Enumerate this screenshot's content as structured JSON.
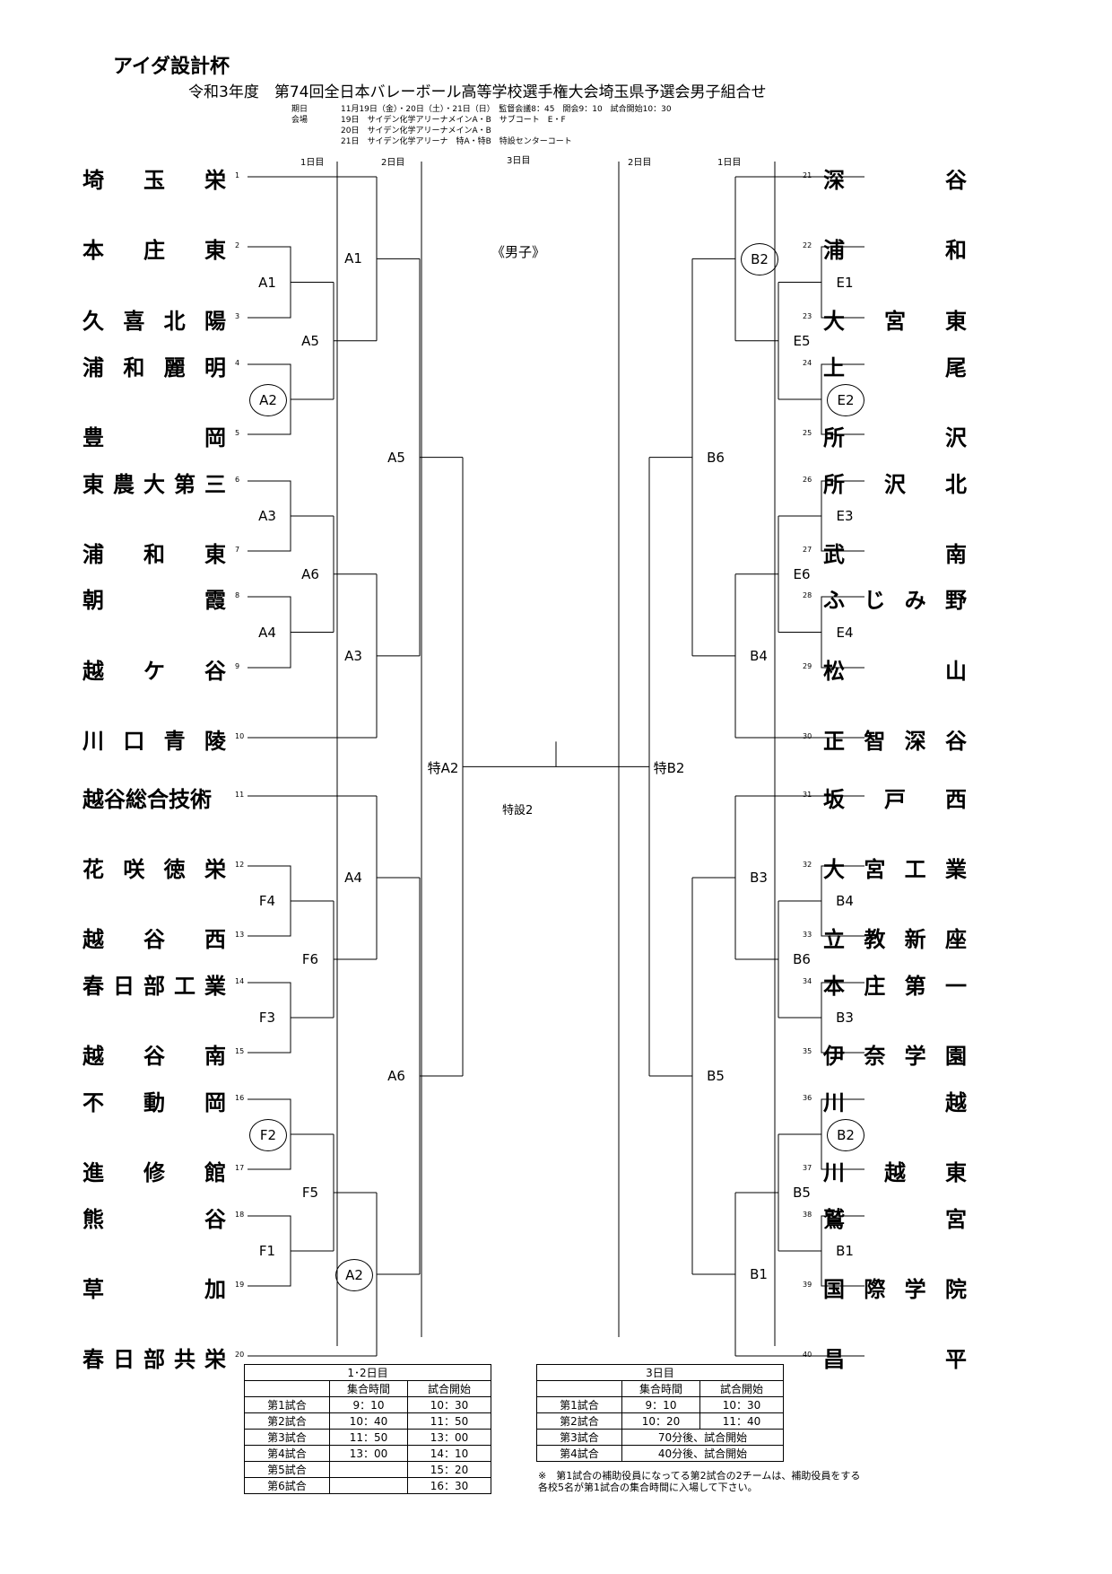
{
  "header": {
    "title": "アイダ設計杯",
    "subtitle": "令和3年度　第74回全日本バレーボール高等学校選手権大会埼玉県予選会男子組合せ",
    "info_dates_label": "期日",
    "info_dates": "11月19日（金）・20日（土）・21日（日）　監督会議8：45　開会9：10　試合開始10：30",
    "info_venue_label": "会場",
    "info_venue_1": "19日　サイデン化学アリーナメインA・B　サブコート　E・F",
    "info_venue_2": "20日　サイデン化学アリーナメインA・B",
    "info_venue_3": "21日　サイデン化学アリーナ　特A・特B　特設センターコート"
  },
  "day_labels": {
    "day1": "1日目",
    "day2": "2日目",
    "day3": "3日目"
  },
  "center_note": "《男子》",
  "court_note": "特設2",
  "left_teams": [
    {
      "seed": "1",
      "chars": [
        "埼",
        "玉",
        "栄"
      ]
    },
    {
      "seed": "2",
      "chars": [
        "本",
        "庄",
        "東"
      ]
    },
    {
      "seed": "3",
      "chars": [
        "久",
        "喜",
        "北",
        "陽"
      ]
    },
    {
      "seed": "4",
      "chars": [
        "浦",
        "和",
        "麗",
        "明"
      ]
    },
    {
      "seed": "5",
      "chars": [
        "豊",
        "岡"
      ]
    },
    {
      "seed": "6",
      "chars": [
        "東",
        "農",
        "大",
        "第",
        "三"
      ]
    },
    {
      "seed": "7",
      "chars": [
        "浦",
        "和",
        "東"
      ]
    },
    {
      "seed": "8",
      "chars": [
        "朝",
        "霞"
      ]
    },
    {
      "seed": "9",
      "chars": [
        "越",
        "ケ",
        "谷"
      ]
    },
    {
      "seed": "10",
      "chars": [
        "川",
        "口",
        "青",
        "陵"
      ]
    },
    {
      "seed": "11",
      "chars": [
        "越谷総合技術"
      ]
    },
    {
      "seed": "12",
      "chars": [
        "花",
        "咲",
        "徳",
        "栄"
      ]
    },
    {
      "seed": "13",
      "chars": [
        "越",
        "谷",
        "西"
      ]
    },
    {
      "seed": "14",
      "chars": [
        "春",
        "日",
        "部",
        "工",
        "業"
      ]
    },
    {
      "seed": "15",
      "chars": [
        "越",
        "谷",
        "南"
      ]
    },
    {
      "seed": "16",
      "chars": [
        "不",
        "動",
        "岡"
      ]
    },
    {
      "seed": "17",
      "chars": [
        "進",
        "修",
        "館"
      ]
    },
    {
      "seed": "18",
      "chars": [
        "熊",
        "谷"
      ]
    },
    {
      "seed": "19",
      "chars": [
        "草",
        "加"
      ]
    },
    {
      "seed": "20",
      "chars": [
        "春",
        "日",
        "部",
        "共",
        "栄"
      ]
    }
  ],
  "right_teams": [
    {
      "seed": "21",
      "chars": [
        "深",
        "谷"
      ]
    },
    {
      "seed": "22",
      "chars": [
        "浦",
        "和"
      ]
    },
    {
      "seed": "23",
      "chars": [
        "大",
        "宮",
        "東"
      ]
    },
    {
      "seed": "24",
      "chars": [
        "上",
        "尾"
      ]
    },
    {
      "seed": "25",
      "chars": [
        "所",
        "沢"
      ]
    },
    {
      "seed": "26",
      "chars": [
        "所",
        "沢",
        "北"
      ]
    },
    {
      "seed": "27",
      "chars": [
        "武",
        "南"
      ]
    },
    {
      "seed": "28",
      "chars": [
        "ふ",
        "じ",
        "み",
        "野"
      ]
    },
    {
      "seed": "29",
      "chars": [
        "松",
        "山"
      ]
    },
    {
      "seed": "30",
      "chars": [
        "正",
        "智",
        "深",
        "谷"
      ]
    },
    {
      "seed": "31",
      "chars": [
        "坂",
        "戸",
        "西"
      ]
    },
    {
      "seed": "32",
      "chars": [
        "大",
        "宮",
        "工",
        "業"
      ]
    },
    {
      "seed": "33",
      "chars": [
        "立",
        "教",
        "新",
        "座"
      ]
    },
    {
      "seed": "34",
      "chars": [
        "本",
        "庄",
        "第",
        "一"
      ]
    },
    {
      "seed": "35",
      "chars": [
        "伊",
        "奈",
        "学",
        "園"
      ]
    },
    {
      "seed": "36",
      "chars": [
        "川",
        "越"
      ]
    },
    {
      "seed": "37",
      "chars": [
        "川",
        "越",
        "東"
      ]
    },
    {
      "seed": "38",
      "chars": [
        "鷲",
        "宮"
      ]
    },
    {
      "seed": "39",
      "chars": [
        "国",
        "際",
        "学",
        "院"
      ]
    },
    {
      "seed": "40",
      "chars": [
        "昌",
        "平"
      ]
    }
  ],
  "match_labels": {
    "l_a1_r1": "A1",
    "l_a2_r1": "A2",
    "l_a3_r1": "A3",
    "l_a4_r1": "A4",
    "l_a5_r2": "A5",
    "l_a6_r2": "A6",
    "l_f4_r1": "F4",
    "l_f3_r1": "F3",
    "l_f2_r1": "F2",
    "l_f1_r1": "F1",
    "l_f6_r2": "F6",
    "l_f5_r2": "F5",
    "l_a1_r3": "A1",
    "l_a3_r3": "A3",
    "l_a4_r3": "A4",
    "l_a2_r3": "A2",
    "l_a5_r4": "A5",
    "l_a6_r4": "A6",
    "l_semi": "特A2",
    "r_e1_r1": "E1",
    "r_e2_r1": "E2",
    "r_e3_r1": "E3",
    "r_e4_r1": "E4",
    "r_e5_r2": "E5",
    "r_e6_r2": "E6",
    "r_b4_r1": "B4",
    "r_b3_r1": "B3",
    "r_b2_r1": "B2",
    "r_b1_r1": "B1",
    "r_b6_r2": "B6",
    "r_b5_r2": "B5",
    "r_b2_r3": "B2",
    "r_b4_r3": "B4",
    "r_b3_r3": "B3",
    "r_b1_r3": "B1",
    "r_b6_r4": "B6",
    "r_b5_r4": "B5",
    "r_semi": "特B2"
  },
  "schedule_days12": {
    "caption": "1･2日目",
    "col1": "集合時間",
    "col2": "試合開始",
    "rows": [
      [
        "第1試合",
        "9：10",
        "10：30"
      ],
      [
        "第2試合",
        "10：40",
        "11：50"
      ],
      [
        "第3試合",
        "11：50",
        "13：00"
      ],
      [
        "第4試合",
        "13：00",
        "14：10"
      ],
      [
        "第5試合",
        "",
        "15：20"
      ],
      [
        "第6試合",
        "",
        "16：30"
      ]
    ]
  },
  "schedule_day3": {
    "caption": "3日目",
    "col1": "集合時間",
    "col2": "試合開始",
    "rows": [
      [
        "第1試合",
        "9：10",
        "10：30"
      ],
      [
        "第2試合",
        "10：20",
        "11：40"
      ],
      [
        "第3試合",
        "70分後、試合開始",
        ""
      ],
      [
        "第4試合",
        "40分後、試合開始",
        ""
      ]
    ]
  },
  "footnote_1": "※　第1試合の補助役員になってる第2試合の2チームは、補助役員をする",
  "footnote_2": "各校5名が第1試合の集合時間に入場して下さい。"
}
